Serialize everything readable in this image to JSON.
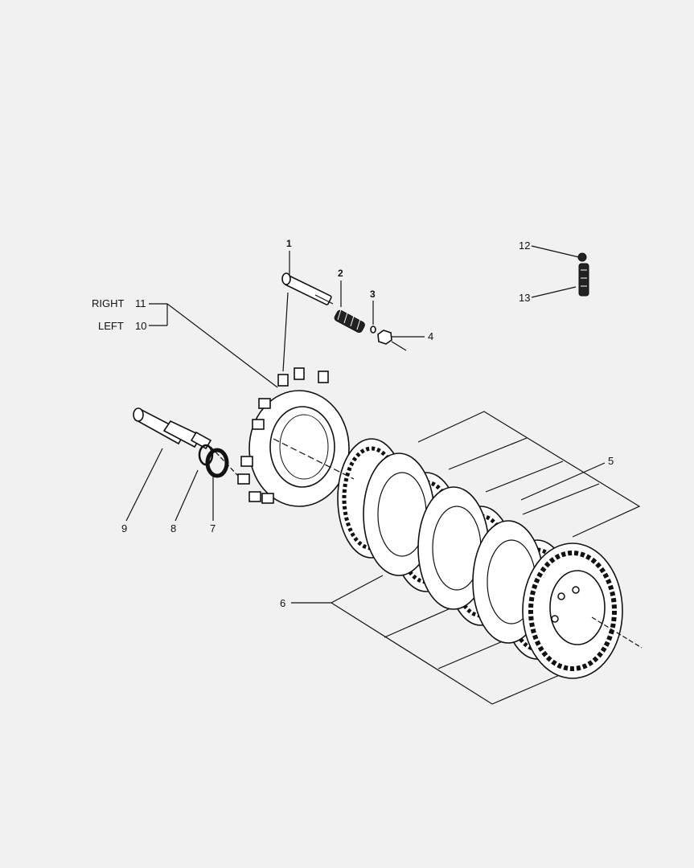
{
  "callouts": {
    "c1": "1",
    "c2": "2",
    "c3": "3",
    "c4": "4",
    "c5": "5",
    "c6": "6",
    "c7": "7",
    "c8": "8",
    "c9": "9",
    "c10": "10",
    "c11": "11",
    "c12": "12",
    "c13": "13"
  },
  "side_labels": {
    "right": "RIGHT",
    "left": "LEFT"
  },
  "colors": {
    "background": "#f1f1f1",
    "line": "#111111"
  }
}
